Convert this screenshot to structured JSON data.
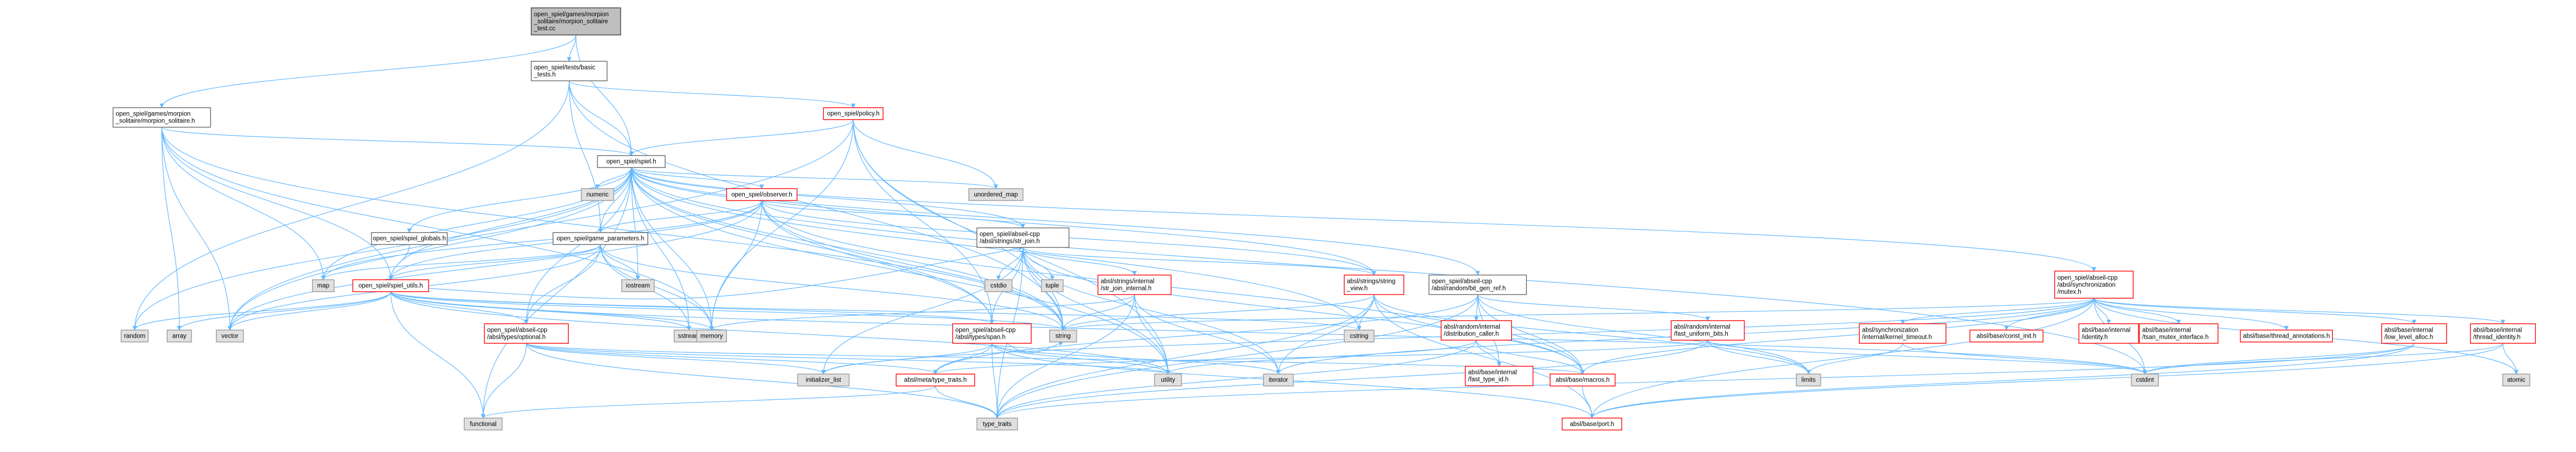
{
  "graph": {
    "title": "",
    "colors": {
      "edge": "#63b8ff",
      "root_fill": "#bfbfbf",
      "root_border": "#404040",
      "normal_border": "#666666",
      "missing_border": "#ff0000",
      "system_fill": "#e0e0e0",
      "system_border": "#999999",
      "background": "#ffffff"
    },
    "nodes": [
      {
        "id": "root",
        "lines": [
          "open_spiel/games/morpion",
          "_solitaire/morpion_solitaire",
          "_test.cc"
        ],
        "style": "root"
      },
      {
        "id": "basic_tests",
        "lines": [
          "open_spiel/tests/basic",
          "_tests.h"
        ],
        "style": "normal"
      },
      {
        "id": "morpion_h",
        "lines": [
          "open_spiel/games/morpion",
          "_solitaire/morpion_solitaire.h"
        ],
        "style": "normal"
      },
      {
        "id": "policy",
        "lines": [
          "open_spiel/policy.h"
        ],
        "style": "missing"
      },
      {
        "id": "spiel",
        "lines": [
          "open_spiel/spiel.h"
        ],
        "style": "normal"
      },
      {
        "id": "numeric",
        "lines": [
          "numeric"
        ],
        "style": "system"
      },
      {
        "id": "unordered_map",
        "lines": [
          "unordered_map"
        ],
        "style": "system"
      },
      {
        "id": "observer",
        "lines": [
          "open_spiel/observer.h"
        ],
        "style": "missing"
      },
      {
        "id": "spiel_globals",
        "lines": [
          "open_spiel/spiel_globals.h"
        ],
        "style": "normal"
      },
      {
        "id": "game_parameters",
        "lines": [
          "open_spiel/game_parameters.h"
        ],
        "style": "normal"
      },
      {
        "id": "str_join",
        "lines": [
          "open_spiel/abseil-cpp",
          "/absl/strings/str_join.h"
        ],
        "style": "normal"
      },
      {
        "id": "map",
        "lines": [
          "map"
        ],
        "style": "system"
      },
      {
        "id": "iostream",
        "lines": [
          "iostream"
        ],
        "style": "system"
      },
      {
        "id": "cstdio",
        "lines": [
          "cstdio"
        ],
        "style": "system"
      },
      {
        "id": "tuple",
        "lines": [
          "tuple"
        ],
        "style": "system"
      },
      {
        "id": "str_join_internal",
        "lines": [
          "absl/strings/internal",
          "/str_join_internal.h"
        ],
        "style": "missing"
      },
      {
        "id": "string_view",
        "lines": [
          "absl/strings/string",
          "_view.h"
        ],
        "style": "missing"
      },
      {
        "id": "bit_gen_ref",
        "lines": [
          "open_spiel/abseil-cpp",
          "/absl/random/bit_gen_ref.h"
        ],
        "style": "normal"
      },
      {
        "id": "spiel_utils",
        "lines": [
          "open_spiel/spiel_utils.h"
        ],
        "style": "missing"
      },
      {
        "id": "mutex",
        "lines": [
          "open_spiel/abseil-cpp",
          "/absl/synchronization",
          "/mutex.h"
        ],
        "style": "missing"
      },
      {
        "id": "optional",
        "lines": [
          "open_spiel/abseil-cpp",
          "/absl/types/optional.h"
        ],
        "style": "missing"
      },
      {
        "id": "span",
        "lines": [
          "open_spiel/abseil-cpp",
          "/absl/types/span.h"
        ],
        "style": "missing"
      },
      {
        "id": "distribution_caller",
        "lines": [
          "absl/random/internal",
          "/distribution_caller.h"
        ],
        "style": "missing"
      },
      {
        "id": "fast_uniform_bits",
        "lines": [
          "absl/random/internal",
          "/fast_uniform_bits.h"
        ],
        "style": "missing"
      },
      {
        "id": "kernel_timeout",
        "lines": [
          "absl/synchronization",
          "/internal/kernel_timeout.h"
        ],
        "style": "missing"
      },
      {
        "id": "const_init",
        "lines": [
          "absl/base/const_init.h"
        ],
        "style": "missing"
      },
      {
        "id": "identity",
        "lines": [
          "absl/base/internal",
          "/identity.h"
        ],
        "style": "missing"
      },
      {
        "id": "tsan_mutex_interface",
        "lines": [
          "absl/base/internal",
          "/tsan_mutex_interface.h"
        ],
        "style": "missing"
      },
      {
        "id": "thread_annotations",
        "lines": [
          "absl/base/thread_annotations.h"
        ],
        "style": "missing"
      },
      {
        "id": "low_level_alloc",
        "lines": [
          "absl/base/internal",
          "/low_level_alloc.h"
        ],
        "style": "missing"
      },
      {
        "id": "thread_identity",
        "lines": [
          "absl/base/internal",
          "/thread_identity.h"
        ],
        "style": "missing"
      },
      {
        "id": "random",
        "lines": [
          "random"
        ],
        "style": "system"
      },
      {
        "id": "array",
        "lines": [
          "array"
        ],
        "style": "system"
      },
      {
        "id": "vector",
        "lines": [
          "vector"
        ],
        "style": "system"
      },
      {
        "id": "sstream",
        "lines": [
          "sstream"
        ],
        "style": "system"
      },
      {
        "id": "memory",
        "lines": [
          "memory"
        ],
        "style": "system"
      },
      {
        "id": "string",
        "lines": [
          "string"
        ],
        "style": "system"
      },
      {
        "id": "cstring",
        "lines": [
          "cstring"
        ],
        "style": "system"
      },
      {
        "id": "initializer_list",
        "lines": [
          "initializer_list"
        ],
        "style": "system"
      },
      {
        "id": "meta_type_traits",
        "lines": [
          "absl/meta/type_traits.h"
        ],
        "style": "missing"
      },
      {
        "id": "utility",
        "lines": [
          "utility"
        ],
        "style": "system"
      },
      {
        "id": "iterator",
        "lines": [
          "iterator"
        ],
        "style": "system"
      },
      {
        "id": "fast_type_id",
        "lines": [
          "absl/base/internal",
          "/fast_type_id.h"
        ],
        "style": "missing"
      },
      {
        "id": "macros",
        "lines": [
          "absl/base/macros.h"
        ],
        "style": "missing"
      },
      {
        "id": "limits",
        "lines": [
          "limits"
        ],
        "style": "system"
      },
      {
        "id": "cstdint",
        "lines": [
          "cstdint"
        ],
        "style": "system"
      },
      {
        "id": "atomic",
        "lines": [
          "atomic"
        ],
        "style": "system"
      },
      {
        "id": "functional",
        "lines": [
          "functional"
        ],
        "style": "system"
      },
      {
        "id": "type_traits",
        "lines": [
          "type_traits"
        ],
        "style": "system"
      },
      {
        "id": "port",
        "lines": [
          "absl/base/port.h"
        ],
        "style": "missing"
      }
    ],
    "edges": [
      [
        "root",
        "basic_tests"
      ],
      [
        "root",
        "morpion_h"
      ],
      [
        "root",
        "spiel"
      ],
      [
        "basic_tests",
        "policy"
      ],
      [
        "basic_tests",
        "spiel"
      ],
      [
        "basic_tests",
        "game_parameters"
      ],
      [
        "basic_tests",
        "string"
      ],
      [
        "basic_tests",
        "random"
      ],
      [
        "morpion_h",
        "spiel"
      ],
      [
        "morpion_h",
        "array"
      ],
      [
        "morpion_h",
        "map"
      ],
      [
        "morpion_h",
        "memory"
      ],
      [
        "morpion_h",
        "vector"
      ],
      [
        "morpion_h",
        "string"
      ],
      [
        "morpion_h",
        "spiel_utils"
      ],
      [
        "policy",
        "spiel"
      ],
      [
        "policy",
        "unordered_map"
      ],
      [
        "policy",
        "string"
      ],
      [
        "policy",
        "span"
      ],
      [
        "policy",
        "utility"
      ],
      [
        "policy",
        "vector"
      ],
      [
        "policy",
        "memory"
      ],
      [
        "spiel",
        "numeric"
      ],
      [
        "spiel",
        "unordered_map"
      ],
      [
        "spiel",
        "observer"
      ],
      [
        "spiel",
        "spiel_globals"
      ],
      [
        "spiel",
        "game_parameters"
      ],
      [
        "spiel",
        "str_join"
      ],
      [
        "spiel",
        "spiel_utils"
      ],
      [
        "spiel",
        "string_view"
      ],
      [
        "spiel",
        "bit_gen_ref"
      ],
      [
        "spiel",
        "mutex"
      ],
      [
        "spiel",
        "optional"
      ],
      [
        "spiel",
        "span"
      ],
      [
        "spiel",
        "map"
      ],
      [
        "spiel",
        "iostream"
      ],
      [
        "spiel",
        "random"
      ],
      [
        "spiel",
        "vector"
      ],
      [
        "spiel",
        "sstream"
      ],
      [
        "spiel",
        "memory"
      ],
      [
        "spiel",
        "string"
      ],
      [
        "spiel",
        "cstring"
      ],
      [
        "spiel",
        "utility"
      ],
      [
        "spiel",
        "functional"
      ],
      [
        "spiel",
        "cstdint"
      ],
      [
        "observer",
        "game_parameters"
      ],
      [
        "observer",
        "spiel_utils"
      ],
      [
        "observer",
        "str_join"
      ],
      [
        "observer",
        "string_view"
      ],
      [
        "observer",
        "span"
      ],
      [
        "observer",
        "memory"
      ],
      [
        "observer",
        "string"
      ],
      [
        "observer",
        "vector"
      ],
      [
        "observer",
        "map"
      ],
      [
        "observer",
        "macros"
      ],
      [
        "spiel_globals",
        "spiel_utils"
      ],
      [
        "game_parameters",
        "map"
      ],
      [
        "game_parameters",
        "iostream"
      ],
      [
        "game_parameters",
        "spiel_utils"
      ],
      [
        "game_parameters",
        "optional"
      ],
      [
        "game_parameters",
        "string"
      ],
      [
        "game_parameters",
        "memory"
      ],
      [
        "game_parameters",
        "vector"
      ],
      [
        "game_parameters",
        "sstream"
      ],
      [
        "str_join",
        "cstdio"
      ],
      [
        "str_join",
        "tuple"
      ],
      [
        "str_join",
        "str_join_internal"
      ],
      [
        "str_join",
        "string_view"
      ],
      [
        "str_join",
        "macros"
      ],
      [
        "str_join",
        "span"
      ],
      [
        "str_join",
        "initializer_list"
      ],
      [
        "str_join",
        "iterator"
      ],
      [
        "str_join",
        "string"
      ],
      [
        "str_join",
        "utility"
      ],
      [
        "str_join",
        "type_traits"
      ],
      [
        "str_join_internal",
        "string"
      ],
      [
        "str_join_internal",
        "memory"
      ],
      [
        "str_join_internal",
        "iterator"
      ],
      [
        "str_join_internal",
        "utility"
      ],
      [
        "str_join_internal",
        "type_traits"
      ],
      [
        "string_view",
        "string"
      ],
      [
        "string_view",
        "cstring"
      ],
      [
        "string_view",
        "iterator"
      ],
      [
        "string_view",
        "limits"
      ],
      [
        "string_view",
        "macros"
      ],
      [
        "string_view",
        "port"
      ],
      [
        "string_view",
        "type_traits"
      ],
      [
        "bit_gen_ref",
        "distribution_caller"
      ],
      [
        "bit_gen_ref",
        "fast_uniform_bits"
      ],
      [
        "bit_gen_ref",
        "fast_type_id"
      ],
      [
        "bit_gen_ref",
        "macros"
      ],
      [
        "bit_gen_ref",
        "meta_type_traits"
      ],
      [
        "bit_gen_ref",
        "limits"
      ],
      [
        "bit_gen_ref",
        "type_traits"
      ],
      [
        "spiel_utils",
        "random"
      ],
      [
        "spiel_utils",
        "array"
      ],
      [
        "spiel_utils",
        "vector"
      ],
      [
        "spiel_utils",
        "sstream"
      ],
      [
        "spiel_utils",
        "memory"
      ],
      [
        "spiel_utils",
        "string"
      ],
      [
        "spiel_utils",
        "cstring"
      ],
      [
        "spiel_utils",
        "optional"
      ],
      [
        "spiel_utils",
        "span"
      ],
      [
        "spiel_utils",
        "str_join"
      ],
      [
        "spiel_utils",
        "functional"
      ],
      [
        "spiel_utils",
        "cstdint"
      ],
      [
        "spiel_utils",
        "utility"
      ],
      [
        "mutex",
        "kernel_timeout"
      ],
      [
        "mutex",
        "const_init"
      ],
      [
        "mutex",
        "identity"
      ],
      [
        "mutex",
        "tsan_mutex_interface"
      ],
      [
        "mutex",
        "thread_annotations"
      ],
      [
        "mutex",
        "low_level_alloc"
      ],
      [
        "mutex",
        "thread_identity"
      ],
      [
        "mutex",
        "atomic"
      ],
      [
        "mutex",
        "cstdint"
      ],
      [
        "mutex",
        "string"
      ],
      [
        "mutex",
        "iterator"
      ],
      [
        "mutex",
        "macros"
      ],
      [
        "mutex",
        "port"
      ],
      [
        "mutex",
        "initializer_list"
      ],
      [
        "optional",
        "functional"
      ],
      [
        "optional",
        "initializer_list"
      ],
      [
        "optional",
        "type_traits"
      ],
      [
        "optional",
        "utility"
      ],
      [
        "optional",
        "meta_type_traits"
      ],
      [
        "optional",
        "macros"
      ],
      [
        "span",
        "initializer_list"
      ],
      [
        "span",
        "iterator"
      ],
      [
        "span",
        "string"
      ],
      [
        "span",
        "type_traits"
      ],
      [
        "span",
        "utility"
      ],
      [
        "span",
        "meta_type_traits"
      ],
      [
        "span",
        "port"
      ],
      [
        "distribution_caller",
        "utility"
      ],
      [
        "distribution_caller",
        "fast_type_id"
      ],
      [
        "distribution_caller",
        "type_traits"
      ],
      [
        "distribution_caller",
        "macros"
      ],
      [
        "fast_uniform_bits",
        "cstdint"
      ],
      [
        "fast_uniform_bits",
        "limits"
      ],
      [
        "fast_uniform_bits",
        "type_traits"
      ],
      [
        "fast_uniform_bits",
        "meta_type_traits"
      ],
      [
        "kernel_timeout",
        "limits"
      ],
      [
        "kernel_timeout",
        "cstdint"
      ],
      [
        "low_level_alloc",
        "cstdint"
      ],
      [
        "low_level_alloc",
        "port"
      ],
      [
        "low_level_alloc",
        "type_traits"
      ],
      [
        "thread_identity",
        "atomic"
      ],
      [
        "thread_identity",
        "cstdint"
      ],
      [
        "thread_identity",
        "port"
      ],
      [
        "meta_type_traits",
        "functional"
      ],
      [
        "meta_type_traits",
        "type_traits"
      ],
      [
        "macros",
        "port"
      ]
    ]
  }
}
